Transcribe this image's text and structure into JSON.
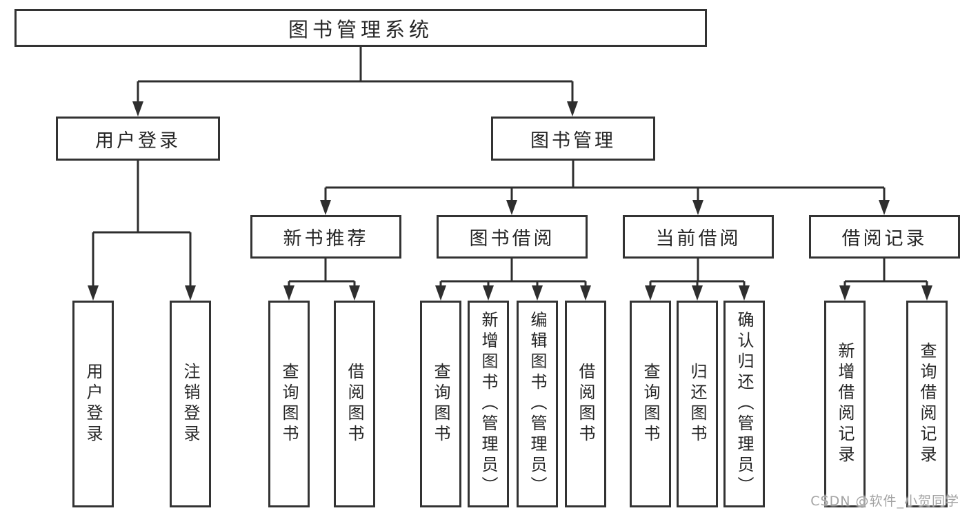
{
  "tree": {
    "root": {
      "label": "图书管理系统"
    },
    "children": [
      {
        "label": "用户登录",
        "children": [
          {
            "label": "用户登录"
          },
          {
            "label": "注销登录"
          }
        ]
      },
      {
        "label": "图书管理",
        "children": [
          {
            "label": "新书推荐",
            "children": [
              {
                "label": "查询图书"
              },
              {
                "label": "借阅图书"
              }
            ]
          },
          {
            "label": "图书借阅",
            "children": [
              {
                "label": "查询图书"
              },
              {
                "label": "新增图书（管理员）"
              },
              {
                "label": "编辑图书（管理员）"
              },
              {
                "label": "借阅图书"
              }
            ]
          },
          {
            "label": "当前借阅",
            "children": [
              {
                "label": "查询图书"
              },
              {
                "label": "归还图书"
              },
              {
                "label": "确认归还（管理员）"
              }
            ]
          },
          {
            "label": "借阅记录",
            "children": [
              {
                "label": "新增借阅记录"
              },
              {
                "label": "查询借阅记录"
              }
            ]
          }
        ]
      }
    ]
  },
  "watermark": {
    "text": "CSDN @软件_小贺同学"
  },
  "colors": {
    "line": "#2e2e2e",
    "box_border": "#333333",
    "box_fill": "#ffffff",
    "text": "#262626",
    "watermark": "#a3a3a3",
    "background": "#ffffff"
  }
}
